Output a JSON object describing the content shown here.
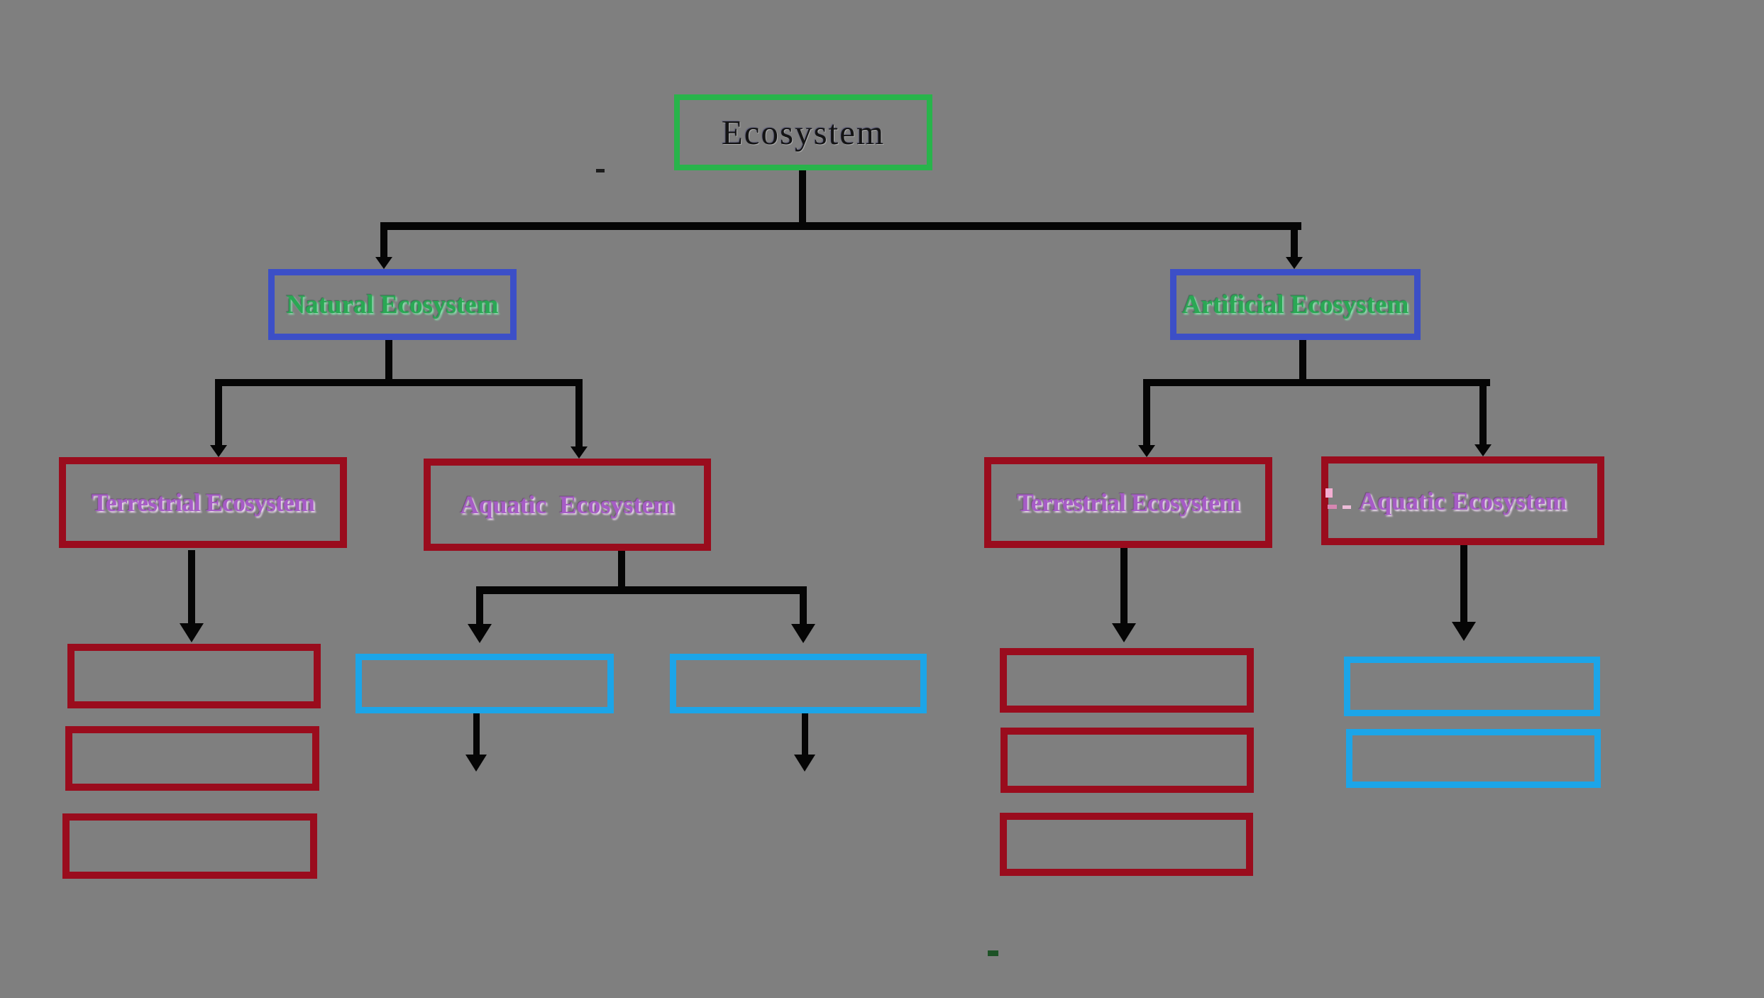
{
  "figure": {
    "type": "flowchart",
    "description": "Ecosystem classification tree diagram"
  },
  "colors": {
    "background": "#7f7f7f",
    "root_border": "#28b44b",
    "branch_border": "#3c4fc7",
    "category_border": "#9a0c1d",
    "placeholder_red": "#9a0c1d",
    "placeholder_cyan": "#1ca5e8",
    "connector": "#050505",
    "root_text": "#141414",
    "branch_text": "#2aa854",
    "category_text": "#a65cc6"
  },
  "nodes": {
    "root": {
      "label": "Ecosystem"
    },
    "natural": {
      "label": "Natural Ecosystem"
    },
    "artificial": {
      "label": "Artificial Ecosystem"
    },
    "terrestrial_left": {
      "label": "Terrestrial Ecosystem"
    },
    "aquatic_left": {
      "label": "Aquatic  Ecosystem"
    },
    "terrestrial_right": {
      "label": "Terrestrial Ecosystem"
    },
    "aquatic_right": {
      "label": "Aquatic Ecosystem"
    }
  },
  "empty_placeholders": {
    "under_natural_terrestrial": {
      "count": 3,
      "border": "dark-red"
    },
    "under_natural_aquatic": {
      "count": 2,
      "border": "cyan"
    },
    "under_artificial_terrestrial": {
      "count": 3,
      "border": "dark-red"
    },
    "under_artificial_aquatic": {
      "count": 2,
      "border": "cyan"
    }
  }
}
